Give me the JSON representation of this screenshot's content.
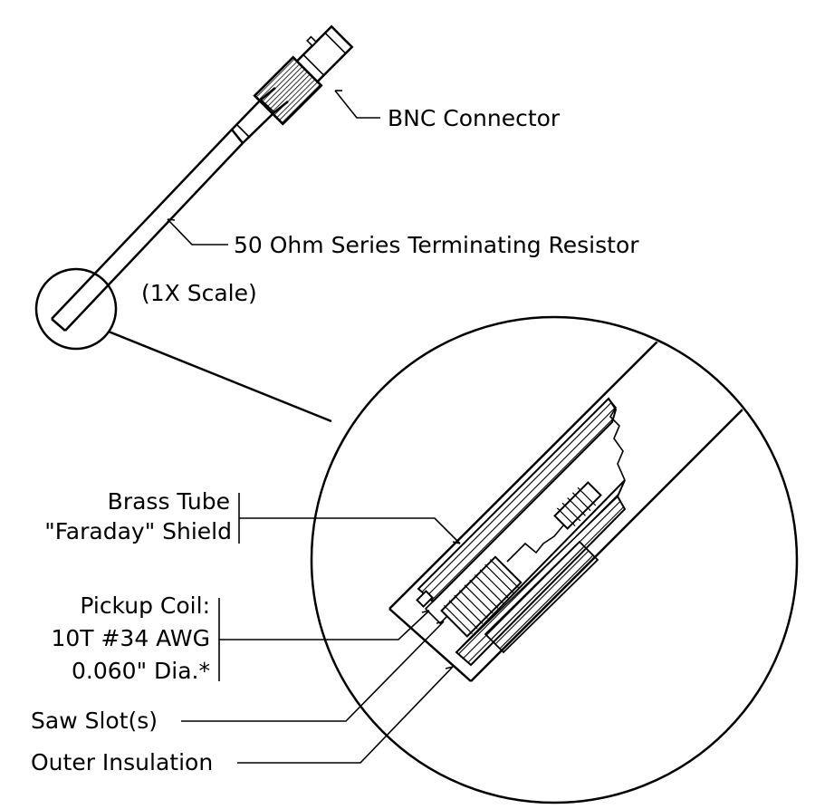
{
  "labels": {
    "bnc_connector": "BNC Connector",
    "resistor": "50 Ohm Series Terminating Resistor",
    "scale": "(1X Scale)",
    "brass_tube_line1": "Brass Tube",
    "brass_tube_line2": "\"Faraday\" Shield",
    "pickup_line1": "Pickup Coil:",
    "pickup_line2": "10T #34 AWG",
    "pickup_line3": "0.060\" Dia.*",
    "saw_slot": "Saw Slot(s)",
    "outer_insulation": "Outer Insulation"
  },
  "colors": {
    "ink": "#000000",
    "background": "#ffffff"
  }
}
